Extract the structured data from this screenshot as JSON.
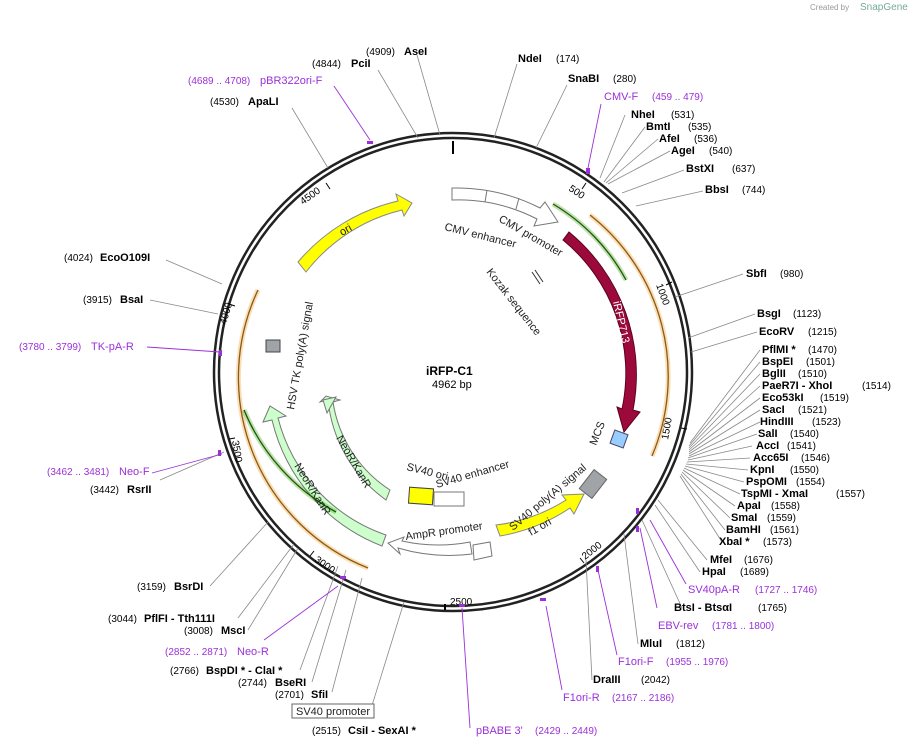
{
  "credit": {
    "created_by": "Created by",
    "brand": "SnapGene"
  },
  "plasmid": {
    "name": "iRFP-C1",
    "length": "4962 bp"
  },
  "ticks": [
    "500",
    "1000",
    "1500",
    "2000",
    "2500",
    "3000",
    "3500",
    "4000",
    "4500"
  ],
  "sites": [
    {
      "name": "AseI",
      "pos": "(4909)"
    },
    {
      "name": "PciI",
      "pos": "(4844)"
    },
    {
      "name": "ApaLI",
      "pos": "(4530)"
    },
    {
      "name": "NdeI",
      "pos": "(174)"
    },
    {
      "name": "SnaBI",
      "pos": "(280)"
    },
    {
      "name": "NheI",
      "pos": "(531)"
    },
    {
      "name": "BmtI",
      "pos": "(535)"
    },
    {
      "name": "AfeI",
      "pos": "(536)"
    },
    {
      "name": "AgeI",
      "pos": "(540)"
    },
    {
      "name": "BstXI",
      "pos": "(637)"
    },
    {
      "name": "BbsI",
      "pos": "(744)"
    },
    {
      "name": "SbfI",
      "pos": "(980)"
    },
    {
      "name": "BsgI",
      "pos": "(1123)"
    },
    {
      "name": "EcoRV",
      "pos": "(1215)"
    },
    {
      "name": "PflMI *",
      "pos": "(1470)"
    },
    {
      "name": "BspEI",
      "pos": "(1501)"
    },
    {
      "name": "BglII",
      "pos": "(1510)"
    },
    {
      "name": "PaeR7I - XhoI",
      "pos": "(1514)"
    },
    {
      "name": "Eco53kI",
      "pos": "(1519)"
    },
    {
      "name": "SacI",
      "pos": "(1521)"
    },
    {
      "name": "HindIII",
      "pos": "(1523)"
    },
    {
      "name": "SalI",
      "pos": "(1540)"
    },
    {
      "name": "AccI",
      "pos": "(1541)"
    },
    {
      "name": "Acc65I",
      "pos": "(1546)"
    },
    {
      "name": "KpnI",
      "pos": "(1550)"
    },
    {
      "name": "PspOMI",
      "pos": "(1554)"
    },
    {
      "name": "TspMI - XmaI",
      "pos": "(1557)"
    },
    {
      "name": "ApaI",
      "pos": "(1558)"
    },
    {
      "name": "SmaI",
      "pos": "(1559)"
    },
    {
      "name": "BamHI",
      "pos": "(1561)"
    },
    {
      "name": "XbaI *",
      "pos": "(1573)"
    },
    {
      "name": "MfeI",
      "pos": "(1676)"
    },
    {
      "name": "HpaI",
      "pos": "(1689)"
    },
    {
      "name": "BtsI - BtsαI",
      "pos": "(1765)"
    },
    {
      "name": "MluI",
      "pos": "(1812)"
    },
    {
      "name": "DraIII",
      "pos": "(2042)"
    },
    {
      "name": "EcoO109I",
      "pos": "(4024)"
    },
    {
      "name": "BsaI",
      "pos": "(3915)"
    },
    {
      "name": "RsrII",
      "pos": "(3442)"
    },
    {
      "name": "BsrDI",
      "pos": "(3159)"
    },
    {
      "name": "PflFI - Tth111I",
      "pos": "(3044)"
    },
    {
      "name": "MscI",
      "pos": "(3008)"
    },
    {
      "name": "BspDI * - ClaI *",
      "pos": "(2766)"
    },
    {
      "name": "BseRI",
      "pos": "(2744)"
    },
    {
      "name": "SfiI",
      "pos": "(2701)"
    },
    {
      "name": "CsiI - SexAI *",
      "pos": "(2515)"
    }
  ],
  "primers": [
    {
      "name": "pBR322ori-F",
      "pos": "(4689 .. 4708)"
    },
    {
      "name": "CMV-F",
      "pos": "(459 .. 479)"
    },
    {
      "name": "TK-pA-R",
      "pos": "(3780 .. 3799)"
    },
    {
      "name": "Neo-F",
      "pos": "(3462 .. 3481)"
    },
    {
      "name": "Neo-R",
      "pos": "(2852 .. 2871)"
    },
    {
      "name": "SV40pA-R",
      "pos": "(1727 .. 1746)"
    },
    {
      "name": "EBV-rev",
      "pos": "(1781 .. 1800)"
    },
    {
      "name": "F1ori-F",
      "pos": "(1955 .. 1976)"
    },
    {
      "name": "F1ori-R",
      "pos": "(2167 .. 2186)"
    },
    {
      "name": "pBABE 3'",
      "pos": "(2429 .. 2449)"
    }
  ],
  "features": {
    "cmv_enhancer": "CMV enhancer",
    "cmv_promoter": "CMV promoter",
    "kozak": "Kozak sequence",
    "irfp": "iRFP713",
    "mcs": "MCS",
    "sv40_polya": "SV40 poly(A) signal",
    "f1_ori": "f1 ori",
    "ampr_promoter": "AmpR promoter",
    "sv40_ori": "SV40 ori",
    "sv40_enhancer": "SV40 enhancer",
    "sv40_promoter": "SV40 promoter",
    "neo_inner": "NeoR/KanR",
    "neo_outer": "NeoR/KanR",
    "hsv_tk": "HSV TK poly(A) signal",
    "ori": "ori"
  },
  "colors": {
    "irfp": "#9b0a3a",
    "ori": "#ffff00",
    "neo": "#ccffcc",
    "primer": "#9b30d9",
    "mcs": "#99ccff",
    "polya": "#a0a4a8",
    "orange": "#f0a030",
    "green": "#339900"
  }
}
